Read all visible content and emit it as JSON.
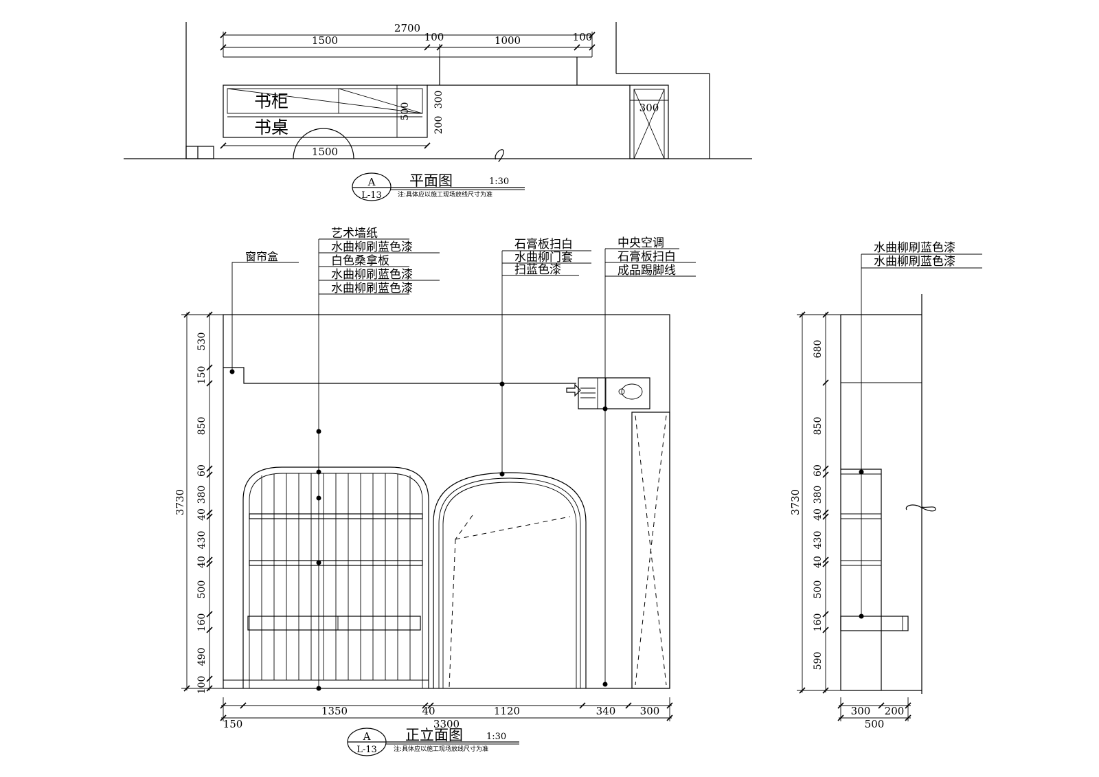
{
  "plan": {
    "dims_top": [
      "2700",
      "1500",
      "100",
      "1000",
      "100"
    ],
    "label_bookcase": "书柜",
    "label_desk": "书桌",
    "dim_depth_total": "500",
    "dim_depth_top": "300",
    "dim_depth_bottom": "200",
    "dim_door": "300",
    "dim_bottom": "1500",
    "title_letter": "A",
    "title_ref": "L-13",
    "title": "平面图",
    "scale": "1:30",
    "note": "注:具体应以施工现场放线尺寸为准"
  },
  "front": {
    "callout_curtain": "窗帘盒",
    "callouts_a": [
      "艺术墙纸",
      "水曲柳刷蓝色漆",
      "白色桑拿板",
      "水曲柳刷蓝色漆",
      "水曲柳刷蓝色漆"
    ],
    "callouts_b": [
      "石膏板扫白",
      "水曲柳门套",
      "扫蓝色漆"
    ],
    "callouts_c": [
      "中央空调",
      "石膏板扫白",
      "成品踢脚线"
    ],
    "left_dims": [
      "530",
      "150",
      "850",
      "60",
      "380",
      "40",
      "430",
      "40",
      "500",
      "160",
      "490",
      "100"
    ],
    "total_height": "3730",
    "bottom_dims": [
      "1350",
      "40",
      "1120",
      "340",
      "300"
    ],
    "bottom_left": "150",
    "total_width": "3300",
    "title_letter": "A",
    "title_ref": "L-13",
    "title": "正立面图",
    "scale": "1:30",
    "note": "注:具体应以施工现场放线尺寸为准"
  },
  "side": {
    "callouts": [
      "水曲柳刷蓝色漆",
      "水曲柳刷蓝色漆"
    ],
    "left_dims": [
      "680",
      "850",
      "60",
      "380",
      "40",
      "430",
      "40",
      "500",
      "160",
      "590"
    ],
    "total_height": "3730",
    "bottom_dims": [
      "300",
      "200"
    ],
    "total_width": "500"
  }
}
